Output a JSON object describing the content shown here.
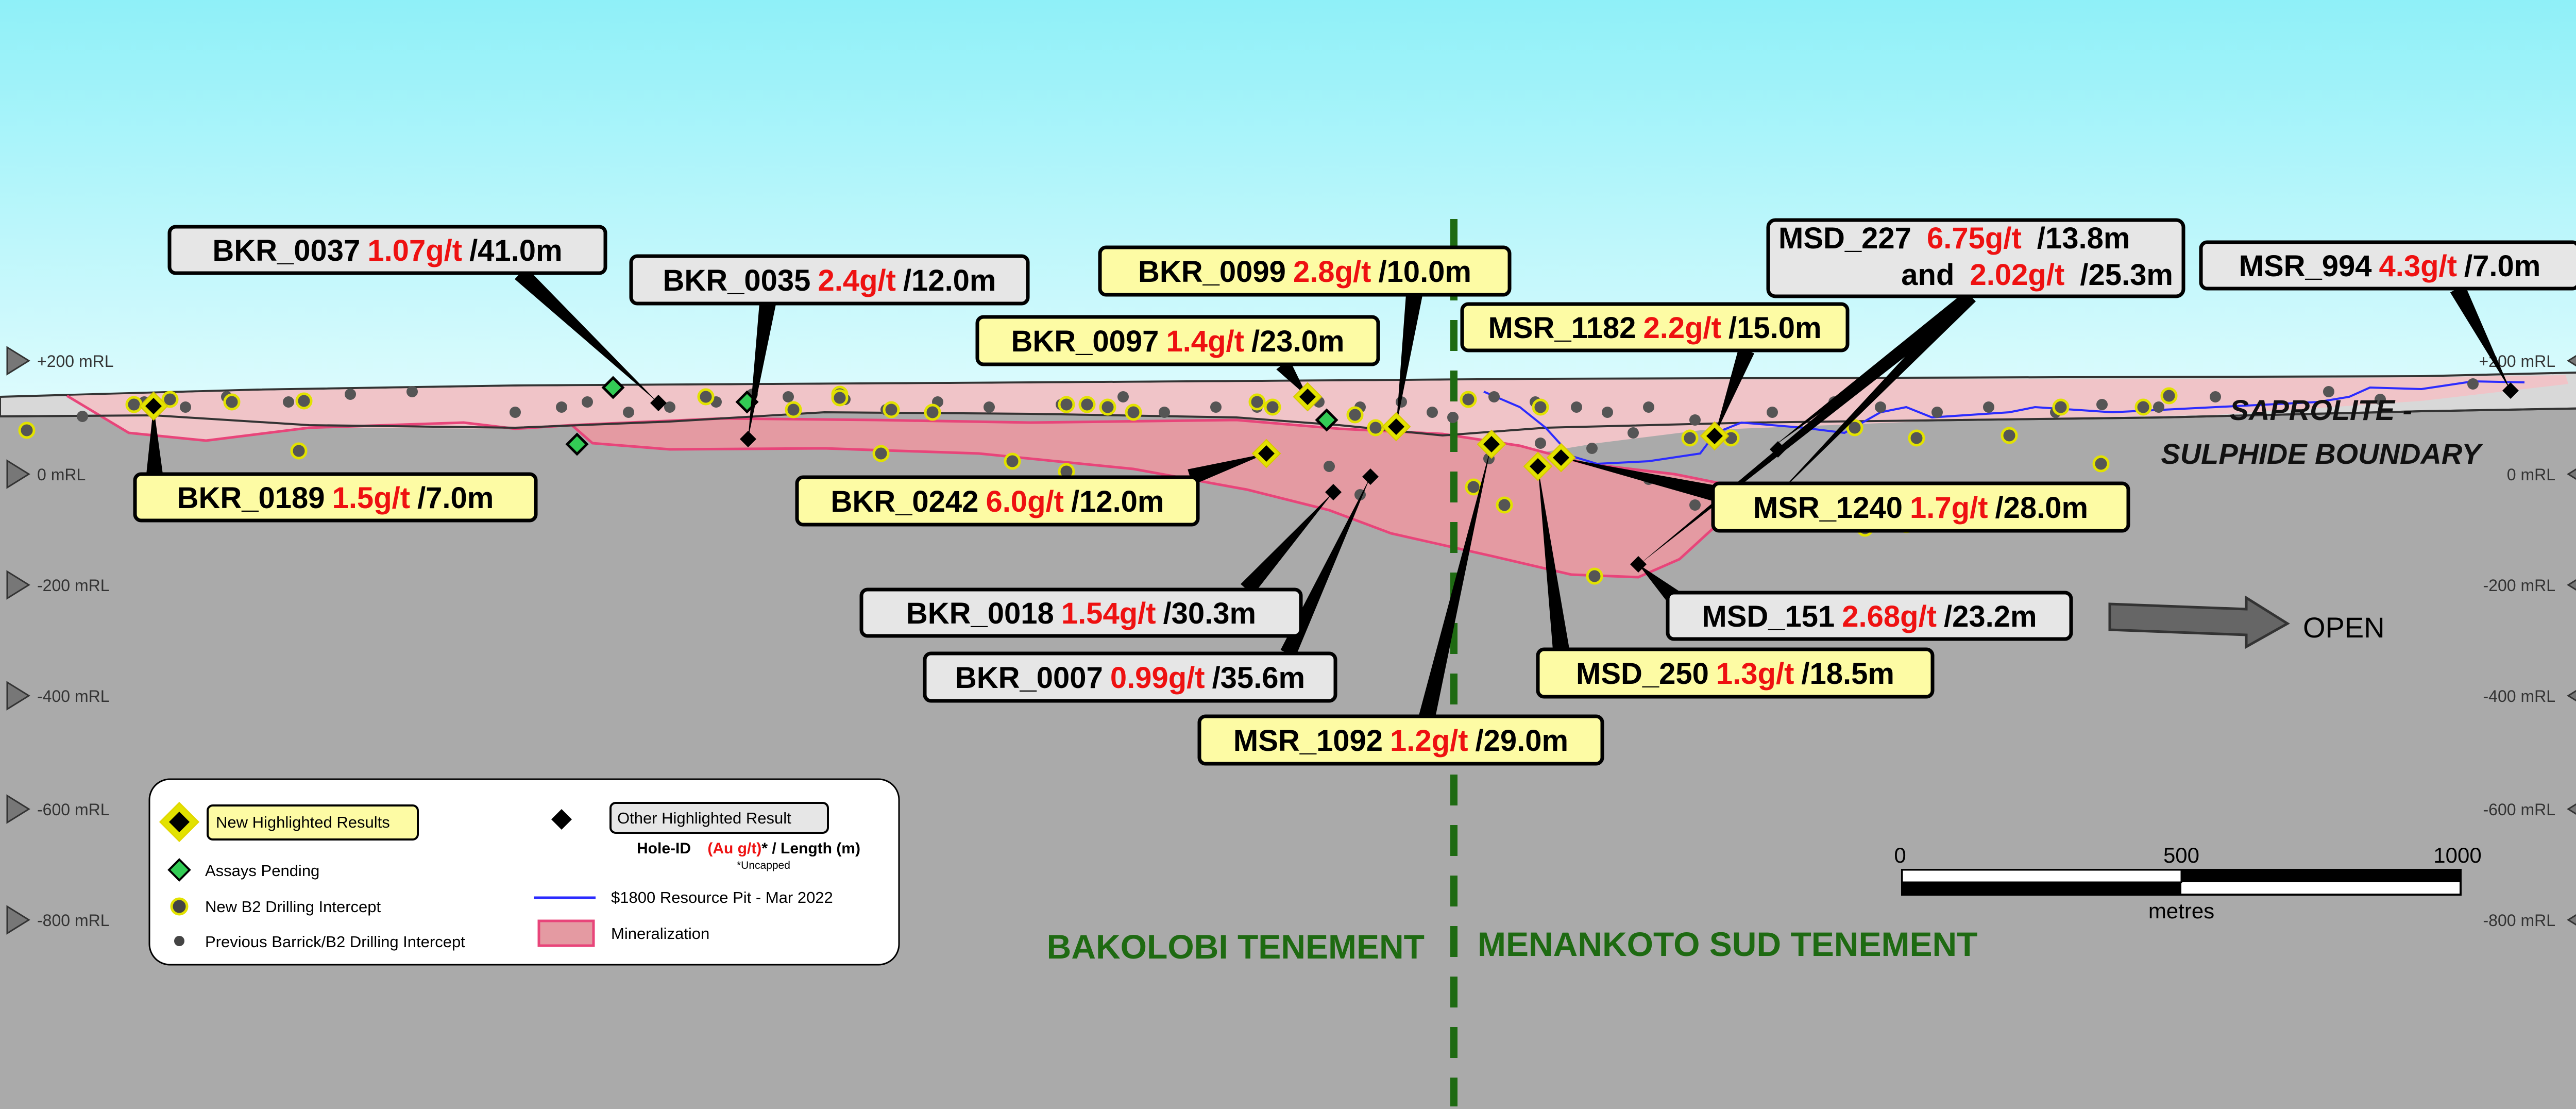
{
  "colors": {
    "sky_top": "#8ff0f8",
    "sky_bottom": "#dcfbfd",
    "ground": "#aaaaaa",
    "saprolite": "#d8d8d8",
    "mineralization": "#e49aa2",
    "mineralization_light": "#f0c4c8",
    "mineralization_edge": "#e8457a",
    "grade_red": "#ee1111",
    "new_label_fill": "#fdfba4",
    "other_label_fill": "#e6e6e6",
    "tenement_green": "#1e6a12",
    "pit_blue": "#2b2bff",
    "new_drill_dot": "#e2e200"
  },
  "rl_levels": [
    {
      "label": "+200 mRL"
    },
    {
      "label": "0 mRL"
    },
    {
      "label": "-200 mRL"
    },
    {
      "label": "-400 mRL"
    },
    {
      "label": "-600 mRL"
    },
    {
      "label": "-800 mRL"
    }
  ],
  "drill_results": [
    {
      "hole": "BKR_0037",
      "grade": "1.07g/t",
      "length": "/41.0m",
      "type": "other"
    },
    {
      "hole": "BKR_0035",
      "grade": "2.4g/t",
      "length": "/12.0m",
      "type": "other"
    },
    {
      "hole": "BKR_0099",
      "grade": "2.8g/t",
      "length": "/10.0m",
      "type": "new"
    },
    {
      "hole": "BKR_0097",
      "grade": "1.4g/t",
      "length": "/23.0m",
      "type": "new"
    },
    {
      "hole": "MSR_1182",
      "grade": "2.2g/t",
      "length": "/15.0m",
      "type": "new"
    },
    {
      "hole": "MSR_994",
      "grade": "4.3g/t",
      "length": "/7.0m",
      "type": "other"
    },
    {
      "hole": "BKR_0189",
      "grade": "1.5g/t",
      "length": "/7.0m",
      "type": "new"
    },
    {
      "hole": "BKR_0242",
      "grade": "6.0g/t",
      "length": "/12.0m",
      "type": "new"
    },
    {
      "hole": "MSR_1240",
      "grade": "1.7g/t",
      "length": "/28.0m",
      "type": "new"
    },
    {
      "hole": "BKR_0018",
      "grade": "1.54g/t",
      "length": "/30.3m",
      "type": "other"
    },
    {
      "hole": "MSD_151",
      "grade": "2.68g/t",
      "length": "/23.2m",
      "type": "other"
    },
    {
      "hole": "BKR_0007",
      "grade": "0.99g/t",
      "length": "/35.6m",
      "type": "other"
    },
    {
      "hole": "MSD_250",
      "grade": "1.3g/t",
      "length": "/18.5m",
      "type": "new"
    },
    {
      "hole": "MSR_1092",
      "grade": "1.2g/t",
      "length": "/29.0m",
      "type": "new"
    }
  ],
  "msd_227": {
    "hole": "MSD_227",
    "grade1": "6.75g/t",
    "length1": "/13.8m",
    "and_text": "and",
    "grade2": "2.02g/t",
    "length2": "/25.3m"
  },
  "annotations": {
    "boundary_line1": "SAPROLITE -",
    "boundary_line2": "SULPHIDE BOUNDARY",
    "open": "OPEN",
    "tenement_left": "BAKOLOBI TENEMENT",
    "tenement_right": "MENANKOTO SUD TENEMENT"
  },
  "scale_bar": {
    "ticks": [
      "0",
      "500",
      "1000"
    ],
    "unit": "metres"
  },
  "legend": {
    "new_highlighted": "New Highlighted Results",
    "other_highlighted": "Other Highlighted Result",
    "assays_pending": "Assays Pending",
    "new_b2": "New B2 Drilling Intercept",
    "previous": "Previous Barrick/B2 Drilling Intercept",
    "pit": "$1800 Resource Pit - Mar 2022",
    "mineralization": "Mineralization",
    "format_hole": "Hole-ID",
    "format_grade": "(Au g/t)",
    "format_star": "*",
    "format_length": " / Length (m)",
    "format_uncapped": "*Uncapped"
  }
}
